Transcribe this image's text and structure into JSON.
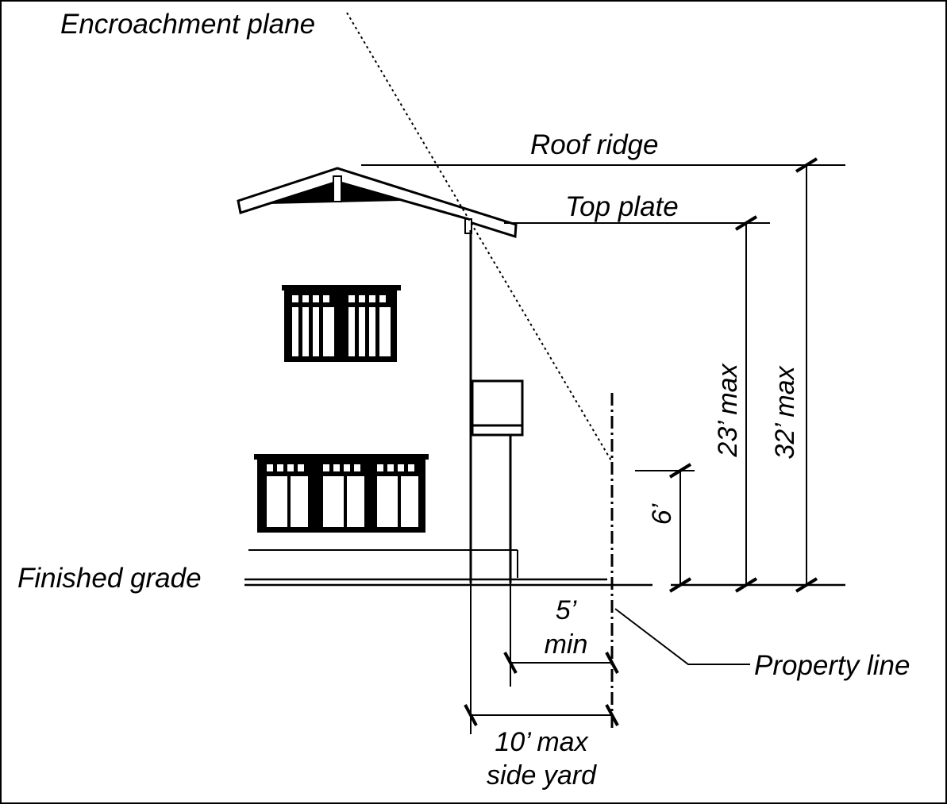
{
  "labels": {
    "encroachment_plane": "Encroachment plane",
    "roof_ridge": "Roof ridge",
    "top_plate": "Top plate",
    "finished_grade": "Finished grade",
    "property_line": "Property line",
    "height_6": "6’",
    "height_23": "23’ max",
    "height_32": "32’ max",
    "setback_5": "5’",
    "setback_5_min": "min",
    "side_yard_10": "10’ max",
    "side_yard_label": "side yard"
  }
}
